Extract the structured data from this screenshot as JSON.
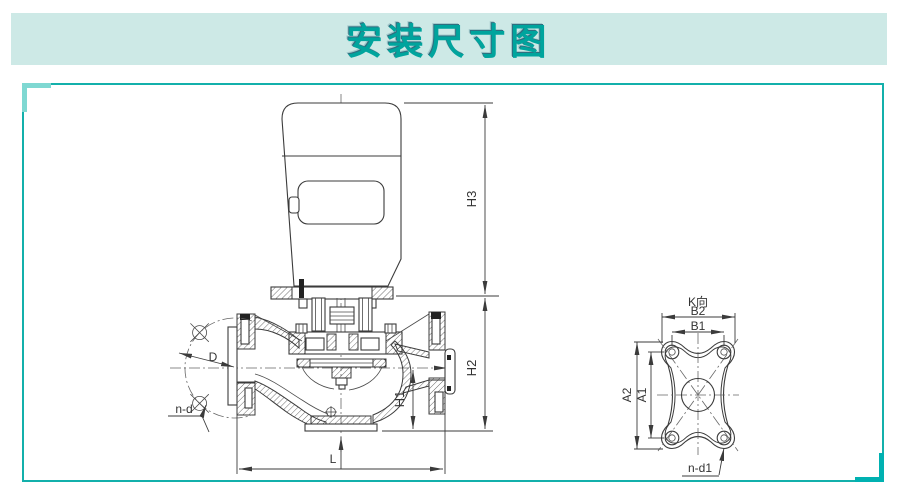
{
  "banner": {
    "title": "安装尺寸图",
    "bg_color": "#cde9e6",
    "text_color": "#00a49d"
  },
  "drawing": {
    "border_color": "#13b0ab",
    "line_color": "#3b3b3b",
    "labels": {
      "h3": "H3",
      "h2": "H2",
      "h1": "H1",
      "l": "L",
      "d": "D",
      "n_d": "n-d",
      "k_view": "K向",
      "b2": "B2",
      "b1": "B1",
      "a2": "A2",
      "a1": "A1",
      "n_d1": "n-d1"
    }
  }
}
